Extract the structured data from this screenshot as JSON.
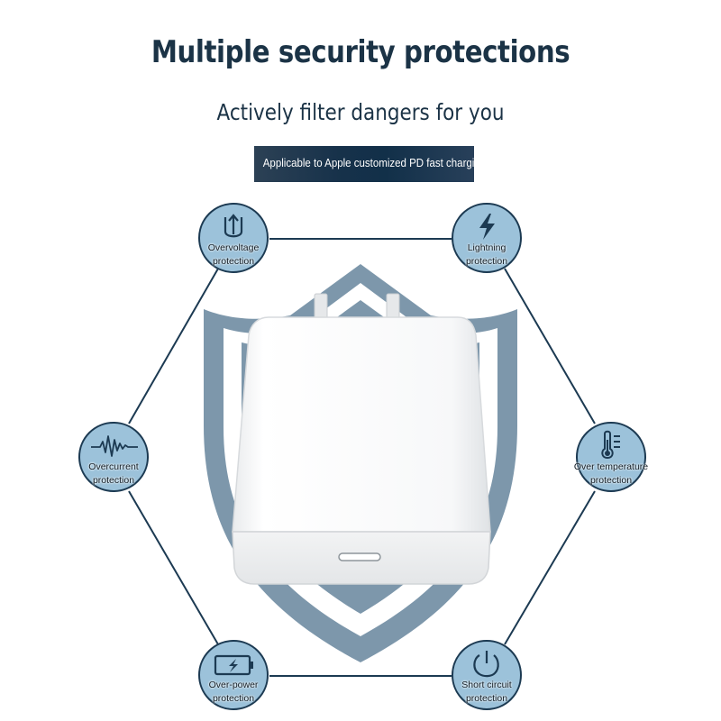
{
  "header": {
    "title": "Multiple security protections",
    "subtitle": "Actively filter dangers for you",
    "banner": "Applicable to Apple customized PD fast charging"
  },
  "colors": {
    "title_text": "#1b3346",
    "banner_bg": "#16314a",
    "node_fill": "#9cc2da",
    "node_border": "#1c3a52",
    "shield": "#7d97ab",
    "connector_lines": "#1c3a52"
  },
  "protections": [
    {
      "icon": "arrow-up-u-icon",
      "line1": "Overvoltage",
      "line2": "protection"
    },
    {
      "icon": "lightning-icon",
      "line1": "Lightning",
      "line2": "protection"
    },
    {
      "icon": "waveform-icon",
      "line1": "Overcurrent",
      "line2": "protection"
    },
    {
      "icon": "thermometer-icon",
      "line1": "Over temperature",
      "line2": "protection"
    },
    {
      "icon": "battery-icon",
      "line1": "Over-power",
      "line2": "protection"
    },
    {
      "icon": "power-icon",
      "line1": "Short circuit",
      "line2": "protection"
    }
  ]
}
